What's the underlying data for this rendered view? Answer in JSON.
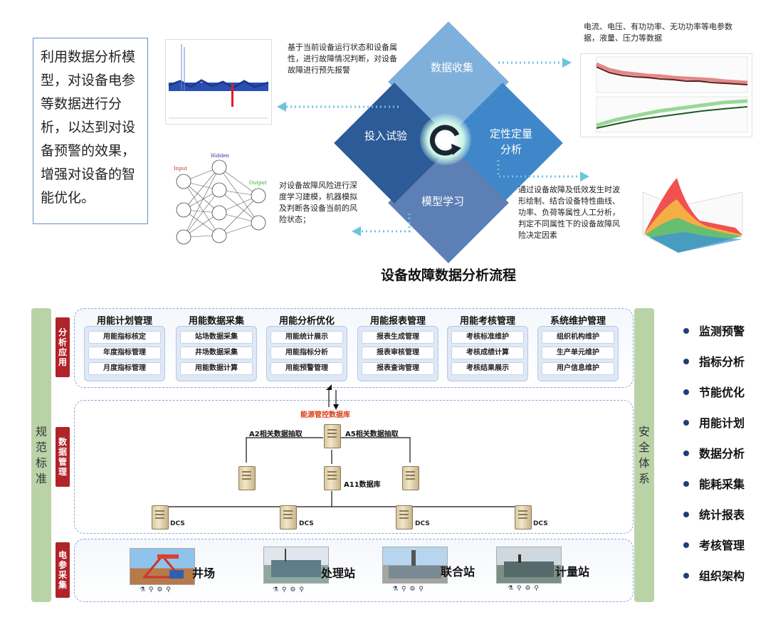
{
  "intro": {
    "text": "利用数据分析模型，对设备电参等数据进行分析，以达到对设备预警的效果，增强对设备的智能优化。"
  },
  "notes": {
    "top_left": "基于当前设备运行状态和设备属性，进行故障情况判断，对设备故障进行预先报警",
    "top_right": "电流、电压、有功功率、无功功率等电参数据，液量、压力等数据",
    "mid_left": "对设备故障风险进行深度学习建模，机器模拟及判断各设备当前的风险状态；",
    "mid_right": "通过设备故障及低效发生时波形绘制、结合设备特性曲线、功率、负荷等属性人工分析，判定不同属性下的设备故障风险决定因素"
  },
  "nn_labels": {
    "input": "Input",
    "hidden": "Hidden",
    "output": "Output"
  },
  "diamond": {
    "top": "数据收集",
    "right_l1": "定性定量",
    "right_l2": "分析",
    "bottom": "模型学习",
    "left": "投入试验",
    "colors": {
      "top": "#7fb0dc",
      "right": "#3f87c9",
      "bottom": "#5c7fb6",
      "left": "#2d5b97"
    }
  },
  "flow_title": "设备故障数据分析流程",
  "arch": {
    "left_col": [
      "规",
      "范",
      "标",
      "准"
    ],
    "right_col": [
      "安",
      "全",
      "体",
      "系"
    ],
    "tabs": {
      "app": "分析应用",
      "data": "数据管理",
      "collect": "电参采集"
    },
    "groups": [
      {
        "title": "用能计划管理",
        "items": [
          "用能指标核定",
          "年度指标管理",
          "月度指标管理"
        ]
      },
      {
        "title": "用能数据采集",
        "items": [
          "站场数据采集",
          "井场数据采集",
          "用能数据计算"
        ]
      },
      {
        "title": "用能分析优化",
        "items": [
          "用能统计展示",
          "用能指标分析",
          "用能预警管理"
        ]
      },
      {
        "title": "用能报表管理",
        "items": [
          "报表生成管理",
          "报表审核管理",
          "报表查询管理"
        ]
      },
      {
        "title": "用能考核管理",
        "items": [
          "考核标准维护",
          "考核成绩计算",
          "考核结果展示"
        ]
      },
      {
        "title": "系统维护管理",
        "items": [
          "组织机构维护",
          "生产单元维护",
          "用户信息维护"
        ]
      }
    ],
    "db_label": "能源管控数据库",
    "a2": "A2相关数据抽取",
    "a5": "A5相关数据抽取",
    "a11": "A11数据库",
    "dcs": "DCS",
    "sites": [
      "井场",
      "处理站",
      "联合站",
      "计量站"
    ],
    "sensor_glyph": "⚗ ⚲ ⚙ ⚲"
  },
  "bullets": [
    "监测预警",
    "指标分析",
    "节能优化",
    "用能计划",
    "数据分析",
    "能耗采集",
    "统计报表",
    "考核管理",
    "组织架构"
  ]
}
